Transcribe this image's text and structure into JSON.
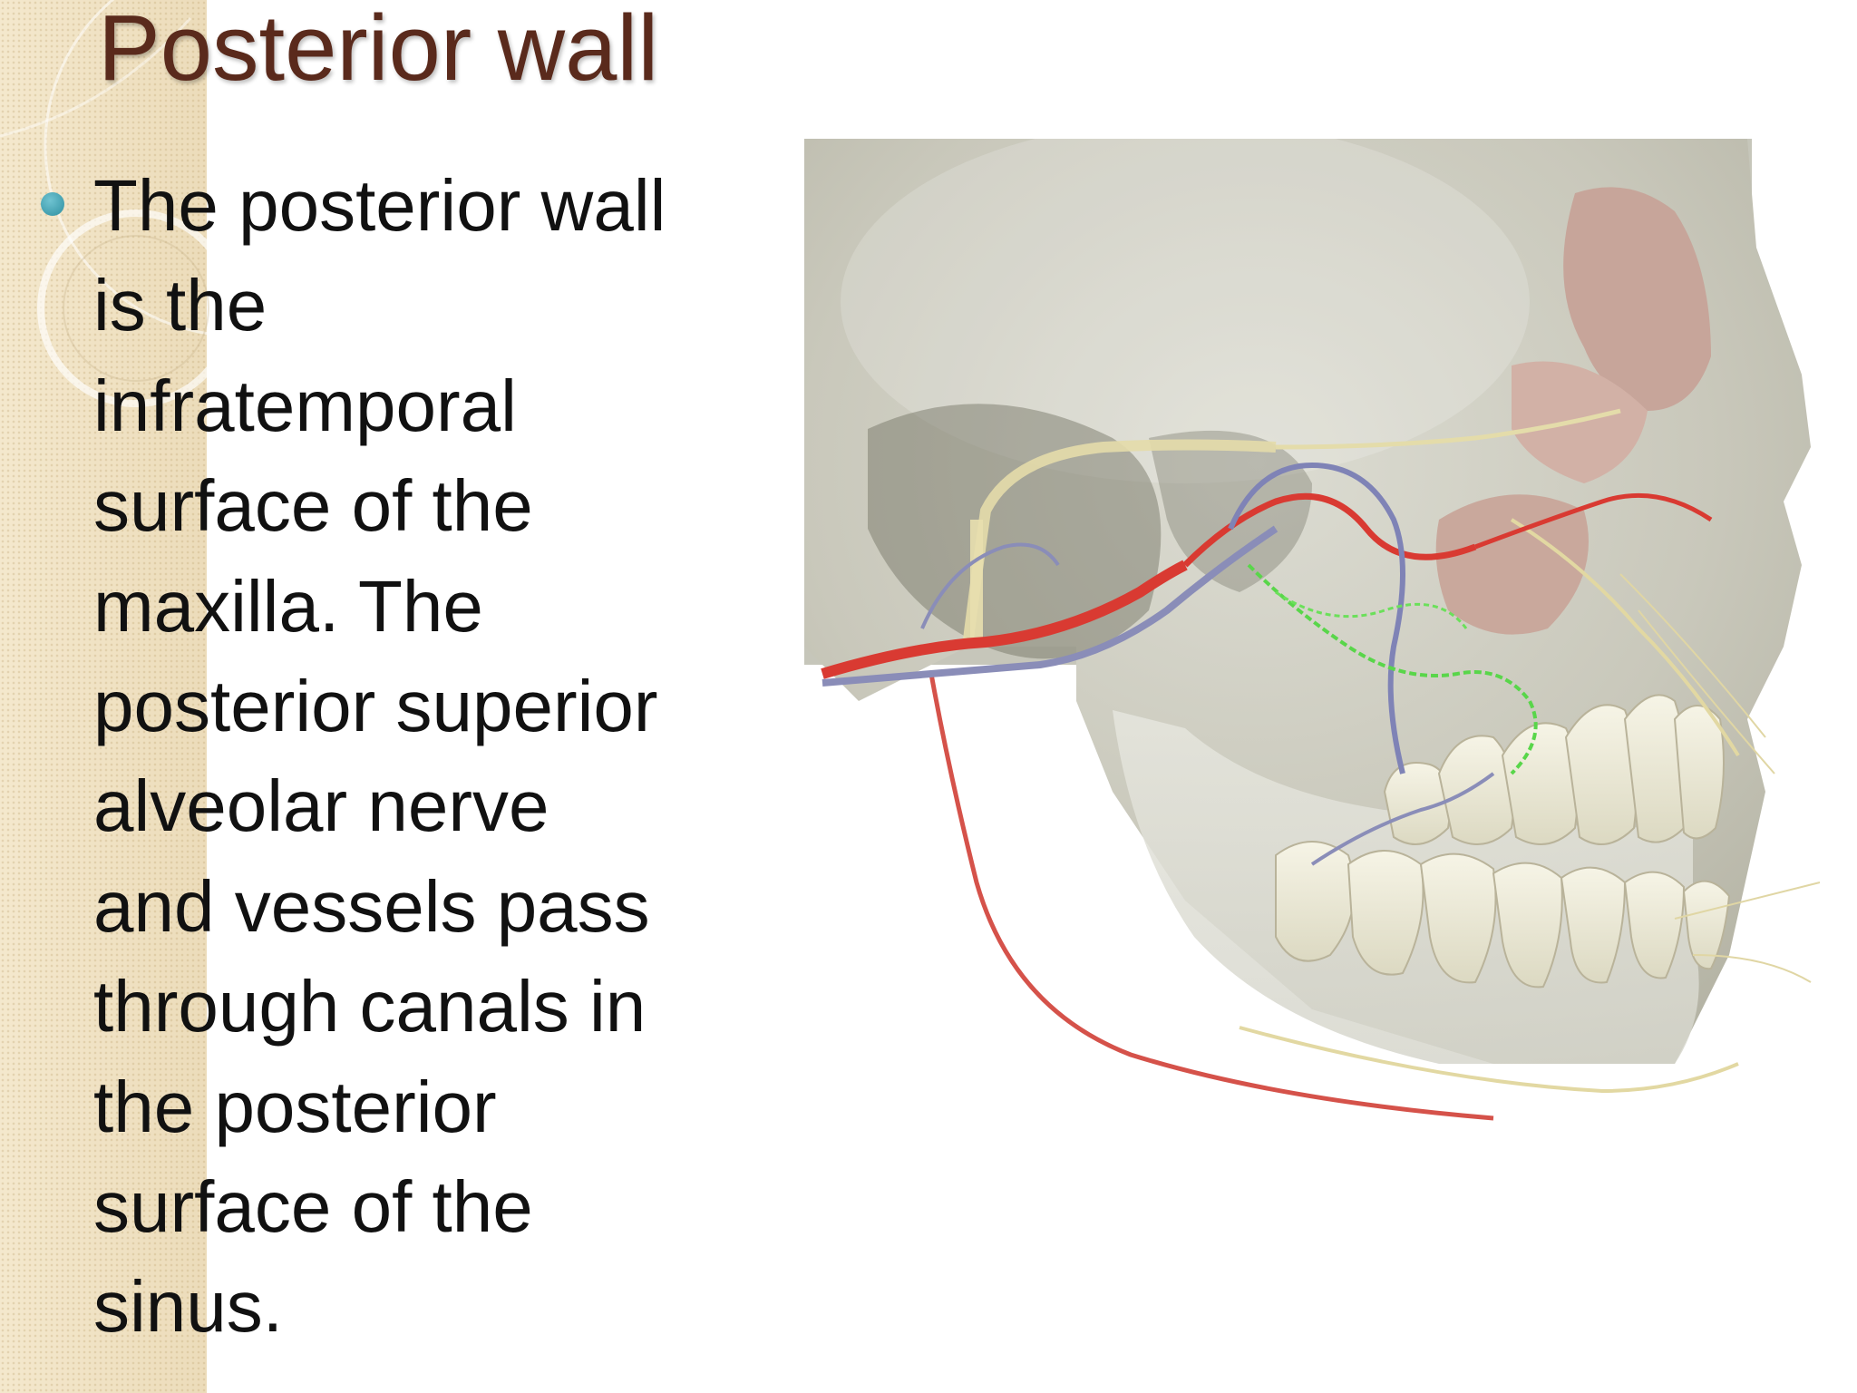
{
  "slide": {
    "title": "Posterior wall",
    "bullet": "The posterior wall\nis the\ninfratemporal\nsurface of the\nmaxilla. The\nposterior superior\nalveolar nerve\nand vessels pass\nthrough canals in\nthe posterior\nsurface of the\nsinus."
  },
  "figure": {
    "subject": "skull lateral view with maxillary vessels and nerves"
  },
  "colors": {
    "title": "#5a2a1c",
    "bullet_dot": "#2e8fa0",
    "strip": "#efe1c2"
  }
}
